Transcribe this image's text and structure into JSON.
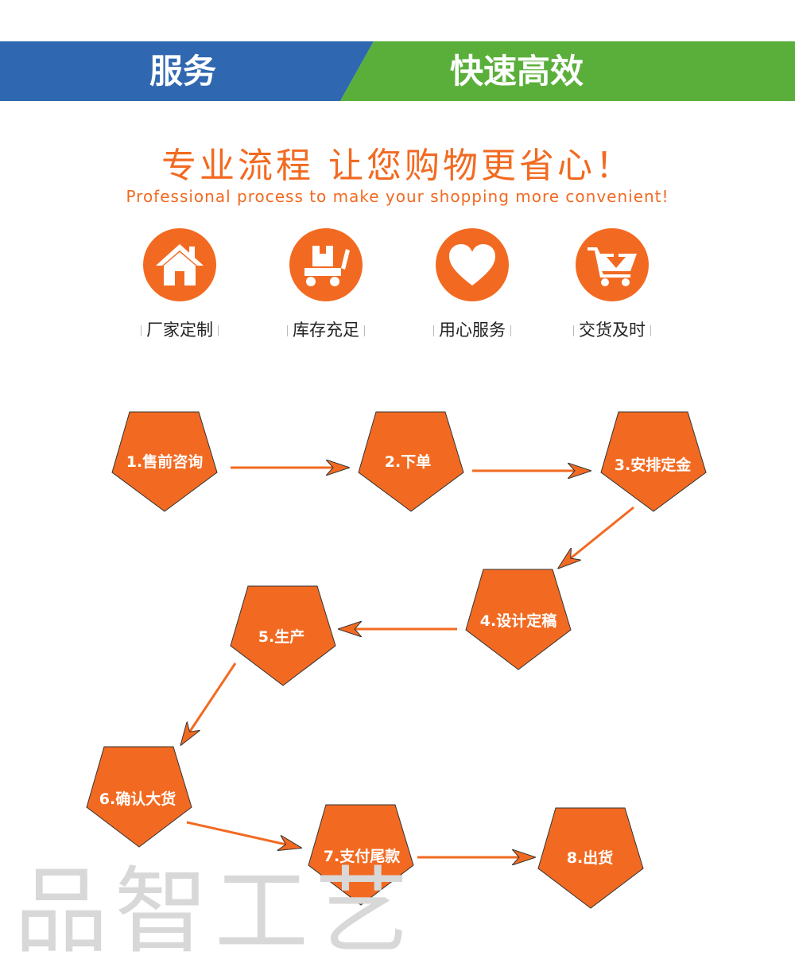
{
  "banner": {
    "left_text": "服务",
    "right_text": "快速高效",
    "left_color": "#2f67b0",
    "right_color": "#5aaf3b"
  },
  "headline": "专业流程 让您购物更省心！",
  "subline": "Professional process to make your shopping more convenient!",
  "accent_color": "#f26a21",
  "features": [
    {
      "icon": "house-icon",
      "label": "厂家定制"
    },
    {
      "icon": "package-cart-icon",
      "label": "库存充足"
    },
    {
      "icon": "heart-icon",
      "label": "用心服务"
    },
    {
      "icon": "shopping-cart-icon",
      "label": "交货及时"
    }
  ],
  "steps": [
    {
      "label": "1.售前咨询"
    },
    {
      "label": "2.下单"
    },
    {
      "label": "3.安排定金"
    },
    {
      "label": "4.设计定稿"
    },
    {
      "label": "5.生产"
    },
    {
      "label": "6.确认大货"
    },
    {
      "label": "7.支付尾款"
    },
    {
      "label": "8.出货"
    }
  ],
  "watermark": "品智工艺"
}
